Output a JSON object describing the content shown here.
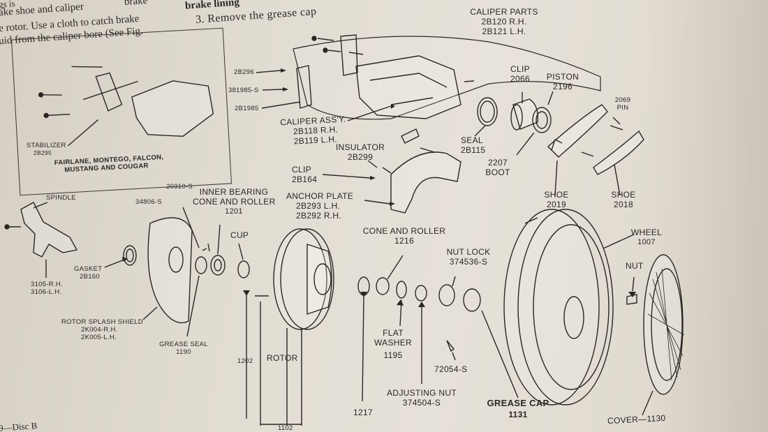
{
  "book_text": {
    "line1": "gs is",
    "line1b": "ake shoe and caliper",
    "line1c": "brake",
    "line2": "e rotor. Use a cloth to catch brake",
    "line3": "uid from the caliper bore (See Fig.",
    "right1": "brake lining",
    "right2": "3. Remove the grease cap",
    "fig_caption": "9—Disc B"
  },
  "inset": {
    "stabilizer": "STABILIZER",
    "stabilizer_num": "2B295",
    "models_line1": "FAIRLANE, MONTEGO, FALCON,",
    "models_line2": "MUSTANG AND COUGAR"
  },
  "labels": {
    "caliper_parts_title": "CALIPER PARTS",
    "caliper_parts_rh": "2B120 R.H.",
    "caliper_parts_lh": "2B121 L.H.",
    "p2b296": "2B296",
    "p381985": "381985-S",
    "p2b1985": "2B1985",
    "caliper_assy": "CALIPER ASS'Y.",
    "caliper_assy_rh": "2B118 R.H.",
    "caliper_assy_lh": "2B119 L.H.",
    "clip_top": "CLIP",
    "clip_top_num": "2066",
    "piston": "PISTON",
    "piston_num": "2196",
    "pin_num": "2069",
    "pin": "PIN",
    "seal": "SEAL",
    "seal_num": "2B115",
    "boot_num": "2207",
    "boot": "BOOT",
    "insulator": "INSULATOR",
    "insulator_num": "2B299",
    "clip2": "CLIP",
    "clip2_num": "2B164",
    "anchor_plate": "ANCHOR PLATE",
    "anchor_plate_lh": "2B293 L.H.",
    "anchor_plate_rh": "2B292 R.H.",
    "shoe1": "SHOE",
    "shoe1_num": "2019",
    "shoe2": "SHOE",
    "shoe2_num": "2018",
    "spindle": "SPINDLE",
    "p20310": "20310-S",
    "p34806": "34806-S",
    "inner_bearing_1": "INNER BEARING",
    "inner_bearing_2": "CONE AND ROLLER",
    "inner_bearing_num": "1201",
    "cup": "CUP",
    "gasket": "GASKET",
    "gasket_num": "2B160",
    "spindle_rh": "3105-R.H.",
    "spindle_lh": "3106-L.H.",
    "splash_shield": "ROTOR SPLASH SHIELD",
    "splash_rh": "2K004-R.H.",
    "splash_lh": "2K005-L.H.",
    "grease_seal": "GREASE SEAL",
    "grease_seal_num": "1190",
    "p1202": "1202",
    "rotor": "ROTOR",
    "cone_roller": "CONE AND ROLLER",
    "cone_roller_num": "1216",
    "nut_lock": "NUT LOCK",
    "nut_lock_num": "374536-S",
    "flat_washer_1": "FLAT",
    "flat_washer_2": "WASHER",
    "flat_washer_num": "1195",
    "p72054": "72054-S",
    "adjusting_nut": "ADJUSTING NUT",
    "adjusting_nut_num": "374504-S",
    "p1217": "1217",
    "p1102": "1102",
    "wheel": "WHEEL",
    "wheel_num": "1007",
    "nut": "NUT",
    "grease_cap": "GREASE CAP",
    "grease_cap_num": "1131",
    "cover": "COVER—1130"
  },
  "colors": {
    "paper": "#e2ddd3",
    "ink": "#2a2622"
  }
}
